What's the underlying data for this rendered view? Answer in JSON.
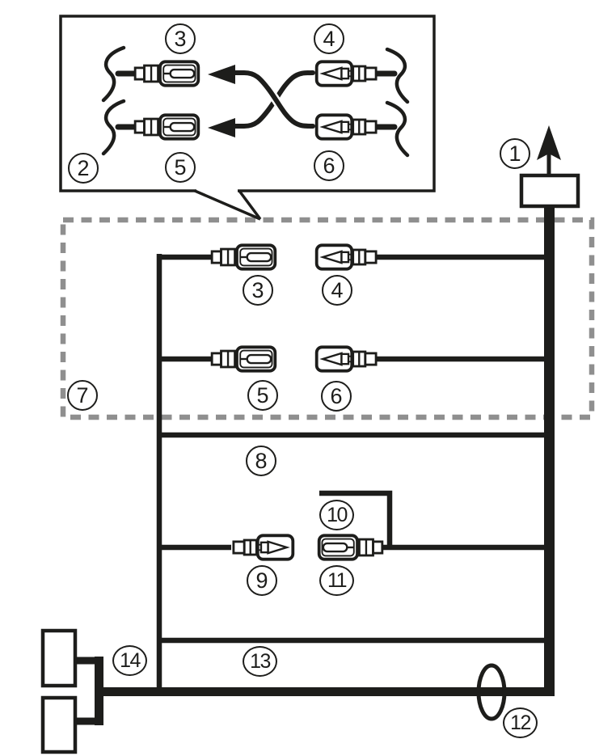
{
  "diagram": {
    "kind": "car-stereo-wiring-diagram",
    "background": "#ffffff",
    "line_color": "#1d1d1b",
    "dashed_box_color": "#8f8f8f",
    "icons": {
      "up_arrow": "▲",
      "left_arrow": "◀",
      "cord_loop": "◯"
    },
    "callouts": {
      "n1": "1",
      "n2": "2",
      "n3": "3",
      "n4": "4",
      "n5": "5",
      "n6": "6",
      "n7": "7",
      "n8": "8",
      "n9": "9",
      "n10": "10",
      "n11": "11",
      "n12": "12",
      "n13": "13",
      "n14": "14"
    }
  }
}
